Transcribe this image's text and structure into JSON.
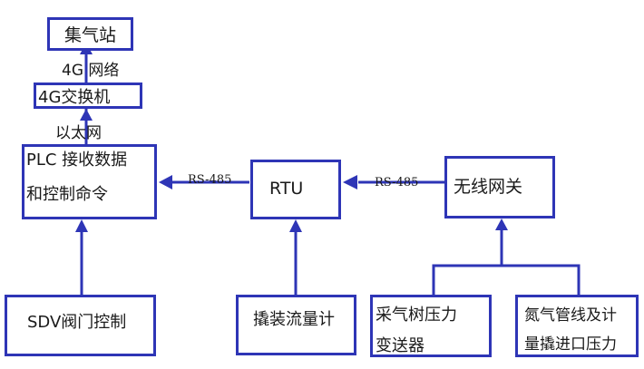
{
  "colors": {
    "line": "#2e35b6",
    "text": "#1a1a1a"
  },
  "nodes": {
    "gas_station": "集气站",
    "switch": "4G交换机",
    "plc_line1": "PLC 接收数据",
    "plc_line2": "和控制命令",
    "rtu": "RTU",
    "wireless_gateway": "无线网关",
    "sdv": "SDV阀门控制",
    "skid_flow": "撬装流量计",
    "tree_line1": "采气树压力",
    "tree_line2": "变送器",
    "n2_line1": "氮气管线及计",
    "n2_line2": "量撬进口压力"
  },
  "links": {
    "g4_network": "4G 网络",
    "ethernet": "以太网",
    "rs485_left": "RS-485",
    "rs485_right": "RS-485"
  }
}
